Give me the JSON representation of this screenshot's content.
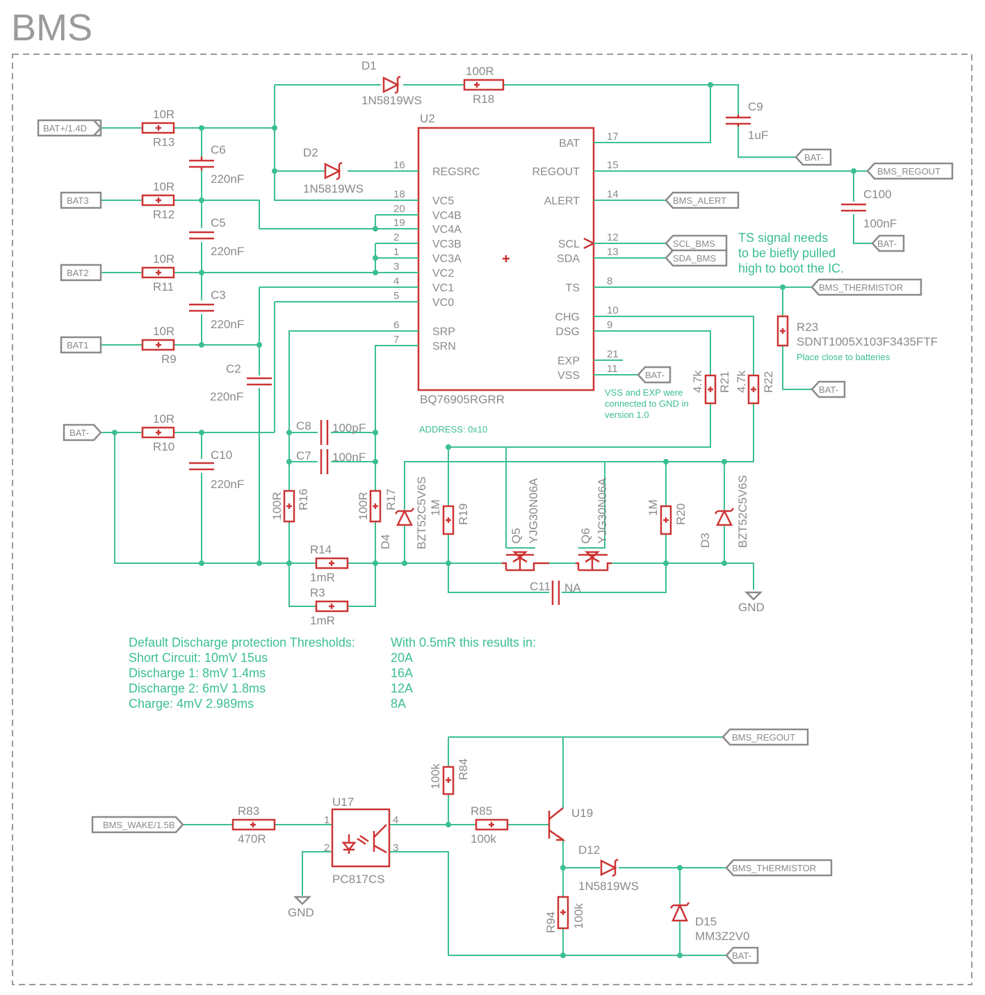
{
  "title": "BMS",
  "ic": {
    "ref": "U2",
    "value": "BQ76905RGRR",
    "left_pins": [
      {
        "num": "16",
        "name": "REGSRC"
      },
      {
        "num": "18",
        "name": "VC5"
      },
      {
        "num": "20",
        "name": "VC4B"
      },
      {
        "num": "19",
        "name": "VC4A"
      },
      {
        "num": "2",
        "name": "VC3B"
      },
      {
        "num": "1",
        "name": "VC3A"
      },
      {
        "num": "3",
        "name": "VC2"
      },
      {
        "num": "4",
        "name": "VC1"
      },
      {
        "num": "5",
        "name": "VC0"
      },
      {
        "num": "6",
        "name": "SRP"
      },
      {
        "num": "7",
        "name": "SRN"
      }
    ],
    "right_pins": [
      {
        "num": "17",
        "name": "BAT"
      },
      {
        "num": "15",
        "name": "REGOUT"
      },
      {
        "num": "14",
        "name": "ALERT"
      },
      {
        "num": "12",
        "name": "SCL"
      },
      {
        "num": "13",
        "name": "SDA"
      },
      {
        "num": "8",
        "name": "TS"
      },
      {
        "num": "10",
        "name": "CHG"
      },
      {
        "num": "9",
        "name": "DSG"
      },
      {
        "num": "21",
        "name": "EXP"
      },
      {
        "num": "11",
        "name": "VSS"
      }
    ]
  },
  "net_labels": {
    "bat_plus": "BAT+/1.4D",
    "bat3": "BAT3",
    "bat2": "BAT2",
    "bat1": "BAT1",
    "bat_minus": "BAT-",
    "bat_minus_c9": "BAT-",
    "bms_regout": "BMS_REGOUT",
    "bms_alert": "BMS_ALERT",
    "scl_bms": "SCL_BMS",
    "sda_bms": "SDA_BMS",
    "bat_minus_c100": "BAT-",
    "bms_thermistor": "BMS_THERMISTOR",
    "bat_minus_vss": "BAT-",
    "bat_minus_r23": "BAT-",
    "bms_regout_2": "BMS_REGOUT",
    "bms_wake": "BMS_WAKE/1.5B",
    "bms_thermistor_2": "BMS_THERMISTOR",
    "bat_minus_bottom": "BAT-"
  },
  "parts": {
    "d1": {
      "ref": "D1",
      "value": "1N5819WS"
    },
    "d2": {
      "ref": "D2",
      "value": "1N5819WS"
    },
    "r18": {
      "ref": "R18",
      "value": "100R"
    },
    "c9": {
      "ref": "C9",
      "value": "1uF"
    },
    "c100": {
      "ref": "C100",
      "value": "100nF"
    },
    "r13": {
      "ref": "R13",
      "value": "10R"
    },
    "r12": {
      "ref": "R12",
      "value": "10R"
    },
    "r11": {
      "ref": "R11",
      "value": "10R"
    },
    "r9": {
      "ref": "R9",
      "value": "10R"
    },
    "r10": {
      "ref": "R10",
      "value": "10R"
    },
    "c6": {
      "ref": "C6",
      "value": "220nF"
    },
    "c5": {
      "ref": "C5",
      "value": "220nF"
    },
    "c3": {
      "ref": "C3",
      "value": "220nF"
    },
    "c2": {
      "ref": "C2",
      "value": "220nF"
    },
    "c10": {
      "ref": "C10",
      "value": "220nF"
    },
    "c8": {
      "ref": "C8",
      "value": "100pF"
    },
    "c7": {
      "ref": "C7",
      "value": "100nF"
    },
    "r16": {
      "ref": "R16",
      "value": "100R"
    },
    "r17": {
      "ref": "R17",
      "value": "100R"
    },
    "d4": {
      "ref": "D4",
      "value": "BZT52C5V6S"
    },
    "r19": {
      "ref": "R19",
      "value": "1M"
    },
    "q5": {
      "ref": "Q5",
      "value": "YJG30N06A"
    },
    "q6": {
      "ref": "Q6",
      "value": "YJG30N06A"
    },
    "r20": {
      "ref": "R20",
      "value": "1M"
    },
    "d3": {
      "ref": "D3",
      "value": "BZT52C5V6S"
    },
    "r21": {
      "ref": "R21",
      "value": "4.7k"
    },
    "r22": {
      "ref": "R22",
      "value": "4.7k"
    },
    "r23": {
      "ref": "R23",
      "value": "SDNT1005X103F3435FTF"
    },
    "r14": {
      "ref": "R14",
      "value": "1mR"
    },
    "r3": {
      "ref": "R3",
      "value": "1mR"
    },
    "c11": {
      "ref": "C11",
      "value": "NA"
    },
    "gnd": {
      "ref": "",
      "value": "GND"
    },
    "r83": {
      "ref": "R83",
      "value": "470R"
    },
    "u17": {
      "ref": "U17",
      "value": "PC817CS"
    },
    "r84": {
      "ref": "R84",
      "value": "100k"
    },
    "r85": {
      "ref": "R85",
      "value": "100k"
    },
    "u19": {
      "ref": "U19",
      "value": ""
    },
    "d12": {
      "ref": "D12",
      "value": "1N5819WS"
    },
    "r94": {
      "ref": "R94",
      "value": "100k"
    },
    "d15": {
      "ref": "D15",
      "value": "MM3Z2V0"
    },
    "gnd2": {
      "ref": "",
      "value": "GND"
    }
  },
  "u17_pins": {
    "p1": "1",
    "p2": "2",
    "p3": "3",
    "p4": "4"
  },
  "notes": {
    "ts_line1": "TS signal needs",
    "ts_line2": "to be biefly pulled",
    "ts_line3": "high to boot the IC.",
    "place_close": "Place close to batteries",
    "vss_line1": "VSS and EXP were",
    "vss_line2": "connected to GND in",
    "vss_line3": "version 1.0",
    "address": "ADDRESS: 0x10",
    "thr_title": "Default Discharge protection Thresholds:",
    "thr_1": "Short Circuit: 10mV 15us",
    "thr_2": "Discharge 1: 8mV 1.4ms",
    "thr_3": "Discharge 2: 6mV 1.8ms",
    "thr_4": "Charge: 4mV 2.989ms",
    "res_title": "With 0.5mR this results in:",
    "res_1": "20A",
    "res_2": "16A",
    "res_3": "12A",
    "res_4": "8A"
  },
  "colors": {
    "wire": "#3bbf8f",
    "part": "#cc3333",
    "label": "#8a8a8a",
    "note": "#3bbf8f"
  }
}
